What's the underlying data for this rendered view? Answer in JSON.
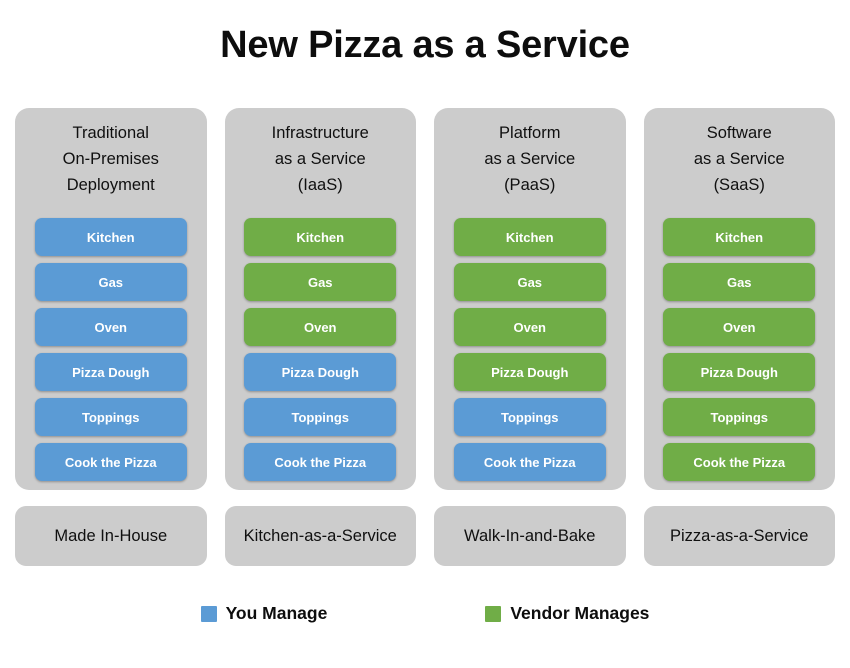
{
  "title": "New Pizza as a Service",
  "colors": {
    "you_manage": "#5b9bd5",
    "vendor_manages": "#70ad47",
    "panel": "#cccccc",
    "background": "#ffffff"
  },
  "columns": [
    {
      "heading_lines": [
        "Traditional",
        "On-Premises",
        "Deployment"
      ],
      "footer_label": "Made In-House",
      "items": [
        {
          "label": "Kitchen",
          "owner": "you"
        },
        {
          "label": "Gas",
          "owner": "you"
        },
        {
          "label": "Oven",
          "owner": "you"
        },
        {
          "label": "Pizza Dough",
          "owner": "you"
        },
        {
          "label": "Toppings",
          "owner": "you"
        },
        {
          "label": "Cook the Pizza",
          "owner": "you"
        }
      ]
    },
    {
      "heading_lines": [
        "Infrastructure",
        "as a Service",
        "(IaaS)"
      ],
      "footer_label": "Kitchen-as-a-Service",
      "items": [
        {
          "label": "Kitchen",
          "owner": "vendor"
        },
        {
          "label": "Gas",
          "owner": "vendor"
        },
        {
          "label": "Oven",
          "owner": "vendor"
        },
        {
          "label": "Pizza Dough",
          "owner": "you"
        },
        {
          "label": "Toppings",
          "owner": "you"
        },
        {
          "label": "Cook the Pizza",
          "owner": "you"
        }
      ]
    },
    {
      "heading_lines": [
        "Platform",
        "as a Service",
        "(PaaS)"
      ],
      "footer_label": "Walk-In-and-Bake",
      "items": [
        {
          "label": "Kitchen",
          "owner": "vendor"
        },
        {
          "label": "Gas",
          "owner": "vendor"
        },
        {
          "label": "Oven",
          "owner": "vendor"
        },
        {
          "label": "Pizza Dough",
          "owner": "vendor"
        },
        {
          "label": "Toppings",
          "owner": "you"
        },
        {
          "label": "Cook the Pizza",
          "owner": "you"
        }
      ]
    },
    {
      "heading_lines": [
        "Software",
        "as a Service",
        "(SaaS)"
      ],
      "footer_label": "Pizza-as-a-Service",
      "items": [
        {
          "label": "Kitchen",
          "owner": "vendor"
        },
        {
          "label": "Gas",
          "owner": "vendor"
        },
        {
          "label": "Oven",
          "owner": "vendor"
        },
        {
          "label": "Pizza Dough",
          "owner": "vendor"
        },
        {
          "label": "Toppings",
          "owner": "vendor"
        },
        {
          "label": "Cook the Pizza",
          "owner": "vendor"
        }
      ]
    }
  ],
  "legend": [
    {
      "label": "You Manage",
      "owner": "you"
    },
    {
      "label": "Vendor Manages",
      "owner": "vendor"
    }
  ]
}
